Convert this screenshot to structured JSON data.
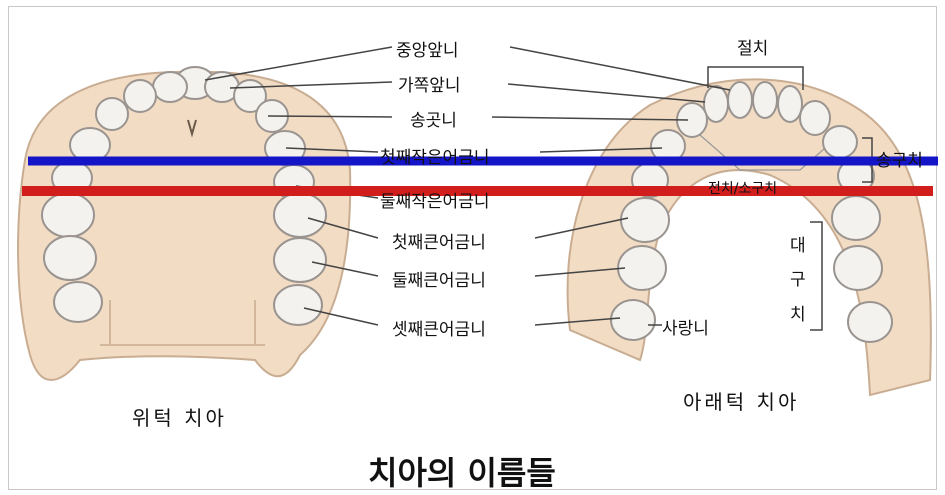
{
  "diagram": {
    "title": "치아의 이름들",
    "upper_caption": "위턱 치아",
    "lower_caption": "아래턱 치아",
    "labels": {
      "central_incisor": "중앙앞니",
      "lateral_incisor": "가쪽앞니",
      "canine": "송곳니",
      "first_premolar": "첫째작은어금니",
      "second_premolar": "둘째작은어금니",
      "first_molar": "첫째큰어금니",
      "second_molar": "둘째큰어금니",
      "third_molar": "셋째큰어금니",
      "wisdom_tooth": "사랑니",
      "incisors": "절치",
      "canine_short": "송구치",
      "premolar_partial": "전치/소구치",
      "molars_vertical": [
        "대",
        "구",
        "치"
      ]
    },
    "overlay_lines": {
      "upper_color": "#1515c8",
      "lower_color": "#d21d1d"
    },
    "colors": {
      "gum": "#f3dcc4",
      "tooth": "#f4f2ee",
      "tooth_edge": "#9a9490",
      "leader": "#444444"
    }
  }
}
